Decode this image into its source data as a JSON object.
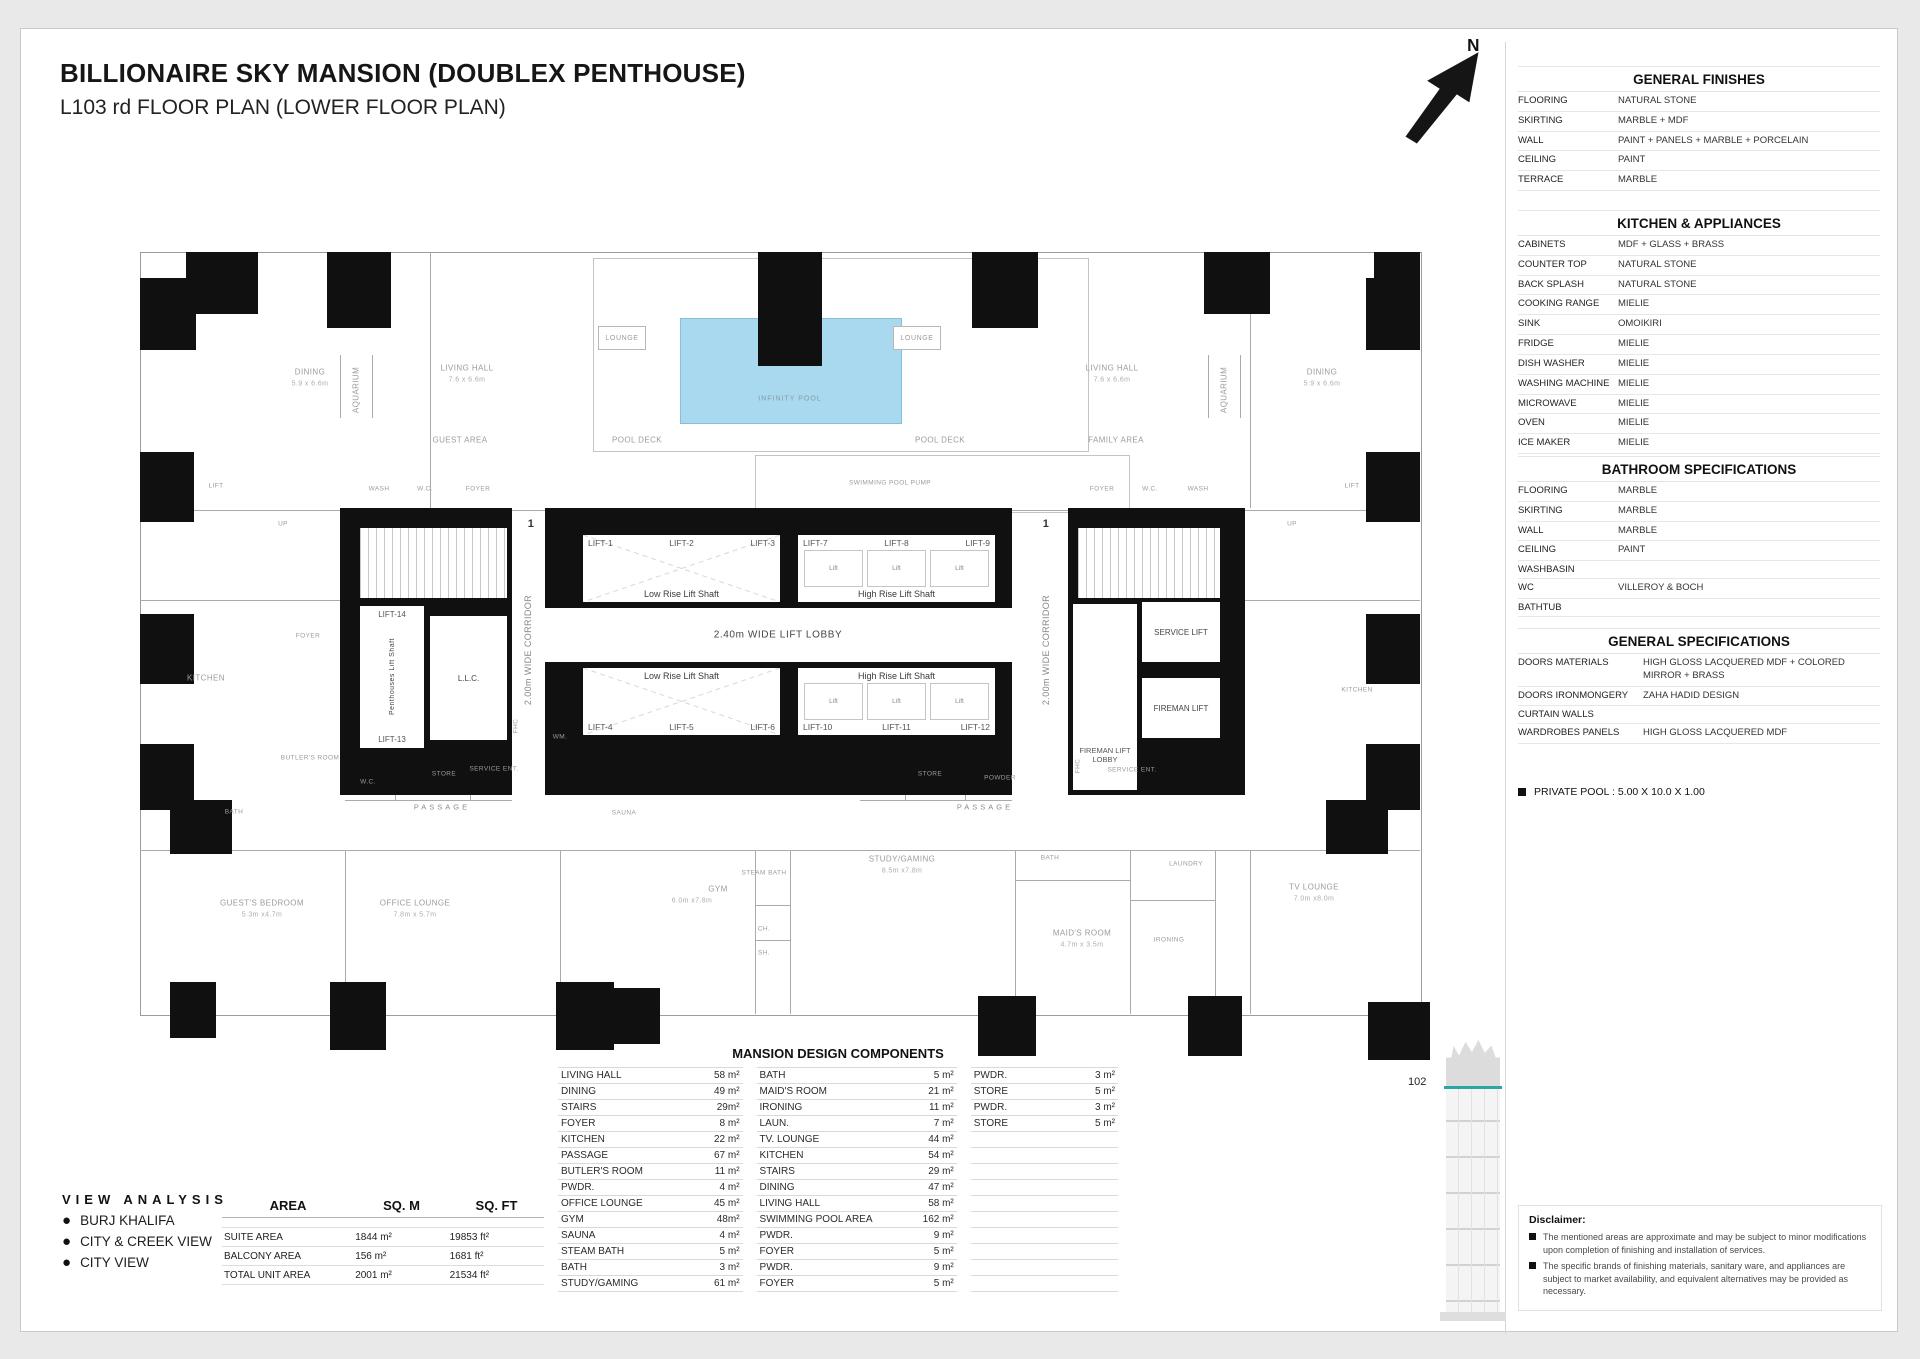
{
  "header": {
    "title": "BILLIONAIRE SKY MANSION (DOUBLEX PENTHOUSE)",
    "subtitle": "L103 rd FLOOR PLAN (LOWER FLOOR PLAN)"
  },
  "compass": {
    "label": "N"
  },
  "sidebar": {
    "general_finishes": {
      "title": "GENERAL FINISHES",
      "rows": [
        {
          "label": "FLOORING",
          "value": "NATURAL STONE"
        },
        {
          "label": "SKIRTING",
          "value": "MARBLE + MDF"
        },
        {
          "label": "WALL",
          "value": "PAINT + PANELS + MARBLE + PORCELAIN"
        },
        {
          "label": "CEILING",
          "value": "PAINT"
        },
        {
          "label": "TERRACE",
          "value": "MARBLE"
        }
      ]
    },
    "kitchen_appliances": {
      "title": "KITCHEN & APPLIANCES",
      "rows": [
        {
          "label": "CABINETS",
          "value": "MDF + GLASS + BRASS"
        },
        {
          "label": "COUNTER TOP",
          "value": "NATURAL STONE"
        },
        {
          "label": "BACK SPLASH",
          "value": "NATURAL STONE"
        },
        {
          "label": "COOKING RANGE",
          "value": "MIELIE"
        },
        {
          "label": "SINK",
          "value": "OMOIKIRI"
        },
        {
          "label": "FRIDGE",
          "value": "MIELIE"
        },
        {
          "label": "DISH WASHER",
          "value": "MIELIE"
        },
        {
          "label": "WASHING MACHINE",
          "value": "MIELIE"
        },
        {
          "label": "MICROWAVE",
          "value": "MIELIE"
        },
        {
          "label": "OVEN",
          "value": "MIELIE"
        },
        {
          "label": "ICE MAKER",
          "value": "MIELIE"
        }
      ]
    },
    "bathroom_specs": {
      "title": "BATHROOM SPECIFICATIONS",
      "rows": [
        {
          "label": "FLOORING",
          "value": "MARBLE"
        },
        {
          "label": "SKIRTING",
          "value": "MARBLE"
        },
        {
          "label": "WALL",
          "value": "MARBLE"
        },
        {
          "label": "CEILING",
          "value": "PAINT"
        },
        {
          "label": "WASHBASIN",
          "value": ""
        },
        {
          "label": "WC",
          "value": "VILLEROY & BOCH"
        },
        {
          "label": "BATHTUB",
          "value": ""
        }
      ]
    },
    "general_specs": {
      "title": "GENERAL SPECIFICATIONS",
      "rows": [
        {
          "label": "DOORS MATERIALS",
          "value": "HIGH GLOSS LACQUERED MDF + COLORED MIRROR + BRASS"
        },
        {
          "label": "DOORS IRONMONGERY",
          "value": "ZAHA HADID DESIGN"
        },
        {
          "label": "CURTAIN WALLS",
          "value": ""
        },
        {
          "label": "WARDROBES PANELS",
          "value": "HIGH GLOSS LACQUERED MDF"
        }
      ]
    },
    "pool_note": "PRIVATE POOL :  5.00 X 10.0 X 1.00",
    "tower_level": "102",
    "disclaimer": {
      "title": "Disclaimer:",
      "items": [
        "The mentioned areas are approximate and may be subject to minor modifications  upon completion of finishing and installation of services.",
        "The specific brands of finishing materials, sanitary ware, and appliances are subject to market availability, and equivalent alternatives may be provided as necessary."
      ]
    }
  },
  "view_analysis": {
    "title": "VIEW ANALYSIS",
    "items": [
      "BURJ KHALIFA",
      "CITY & CREEK VIEW",
      "CITY VIEW"
    ]
  },
  "area_table": {
    "headers": [
      "AREA",
      "SQ. M",
      "SQ. FT"
    ],
    "rows": [
      {
        "name": "SUITE AREA",
        "sqm": "1844 m²",
        "sqft": "19853 ft²"
      },
      {
        "name": "BALCONY AREA",
        "sqm": "156 m²",
        "sqft": "1681 ft²"
      },
      {
        "name": "TOTAL UNIT AREA",
        "sqm": "2001 m²",
        "sqft": "21534 ft²"
      }
    ]
  },
  "components": {
    "title": "MANSION DESIGN COMPONENTS",
    "col1": [
      {
        "n": "LIVING HALL",
        "a": "58 m²"
      },
      {
        "n": "DINING",
        "a": "49 m²"
      },
      {
        "n": "STAIRS",
        "a": "29m²"
      },
      {
        "n": "FOYER",
        "a": "8 m²"
      },
      {
        "n": "KITCHEN",
        "a": "22 m²"
      },
      {
        "n": "PASSAGE",
        "a": "67 m²"
      },
      {
        "n": "BUTLER'S ROOM",
        "a": "11 m²"
      },
      {
        "n": "PWDR.",
        "a": "4 m²"
      },
      {
        "n": "OFFICE LOUNGE",
        "a": "45 m²"
      },
      {
        "n": "GYM",
        "a": "48m²"
      },
      {
        "n": "SAUNA",
        "a": "4 m²"
      },
      {
        "n": "STEAM BATH",
        "a": "5 m²"
      },
      {
        "n": "BATH",
        "a": "3 m²"
      },
      {
        "n": "STUDY/GAMING",
        "a": "61 m²"
      }
    ],
    "col2": [
      {
        "n": "BATH",
        "a": "5 m²"
      },
      {
        "n": "MAID'S ROOM",
        "a": "21 m²"
      },
      {
        "n": "IRONING",
        "a": "11 m²"
      },
      {
        "n": "LAUN.",
        "a": "7 m²"
      },
      {
        "n": "TV. LOUNGE",
        "a": "44 m²"
      },
      {
        "n": "KITCHEN",
        "a": "54 m²"
      },
      {
        "n": "STAIRS",
        "a": "29 m²"
      },
      {
        "n": "DINING",
        "a": "47 m²"
      },
      {
        "n": "LIVING HALL",
        "a": "58 m²"
      },
      {
        "n": "SWIMMING POOL AREA",
        "a": "162 m²"
      },
      {
        "n": "PWDR.",
        "a": "9 m²"
      },
      {
        "n": "FOYER",
        "a": "5 m²"
      },
      {
        "n": "PWDR.",
        "a": "9 m²"
      },
      {
        "n": "FOYER",
        "a": "5 m²"
      }
    ],
    "col3": [
      {
        "n": "PWDR.",
        "a": "3 m²"
      },
      {
        "n": "STORE",
        "a": "5 m²"
      },
      {
        "n": "PWDR.",
        "a": "3 m²"
      },
      {
        "n": "STORE",
        "a": "5 m²"
      }
    ]
  },
  "plan": {
    "dining": "DINING",
    "dining_dim": "5.9 x 6.6m",
    "living_hall": "LIVING HALL",
    "living_dim": "7.6 x 6.6m",
    "guest_area": "GUEST AREA",
    "family_area": "FAMILY AREA",
    "aquarium": "AQUARIUM",
    "lounge": "LOUNGE",
    "pool_deck": "POOL DECK",
    "infinity_pool": "INFINITY POOL",
    "pool_pump": "SWIMMING POOL PUMP",
    "lift": "LIFT",
    "up": "UP",
    "wash": "WASH",
    "wc": "W.C.",
    "foyer": "FOYER",
    "corridor": "2.00m WIDE CORRIDOR",
    "corridor_num": "1",
    "lobby": "2.40m WIDE LIFT LOBBY",
    "low_rise": "Low Rise Lift Shaft",
    "high_rise": "High Rise Lift Shaft",
    "lift_cell": "Lift",
    "lift1": "LIFT-1",
    "lift2": "LIFT-2",
    "lift3": "LIFT-3",
    "lift4": "LIFT-4",
    "lift5": "LIFT-5",
    "lift6": "LIFT-6",
    "lift7": "LIFT-7",
    "lift8": "LIFT-8",
    "lift9": "LIFT-9",
    "lift10": "LIFT-10",
    "lift11": "LIFT-11",
    "lift12": "LIFT-12",
    "lift13": "LIFT-13",
    "lift14": "LIFT-14",
    "penthouse_shaft": "Penthouses Lift Shaft",
    "llc": "L.L.C.",
    "fhc": "FHC",
    "service_lift": "SERVICE LIFT",
    "fireman_lift": "FIREMAN LIFT",
    "fireman_lobby": "FIREMAN LIFT LOBBY",
    "kitchen": "KITCHEN",
    "butlers_room": "BUTLER'S ROOM",
    "bath": "BATH",
    "store": "STORE",
    "service_ent": "SERVICE ENT.",
    "passage": "PASSAGE",
    "powder": "POWDER",
    "wm": "WM.",
    "guest_bedroom": "GUEST'S BEDROOM",
    "guest_bedroom_dim": "5.3m x4.7m",
    "office_lounge": "OFFICE LOUNGE",
    "office_lounge_dim": "7.8m x 5.7m",
    "gym": "GYM",
    "gym_dim": "6.0m x7.8m",
    "sauna": "SAUNA",
    "steam_bath": "STEAM BATH",
    "ch": "CH.",
    "sh": "SH.",
    "study": "STUDY/GAMING",
    "study_dim": "8.5m x7.8m",
    "maids_room": "MAID'S ROOM",
    "maids_dim": "4.7m x 3.5m",
    "laundry": "LAUNDRY",
    "ironing": "IRONING",
    "tv_lounge": "TV LOUNGE",
    "tv_dim": "7.0m x8.0m"
  }
}
